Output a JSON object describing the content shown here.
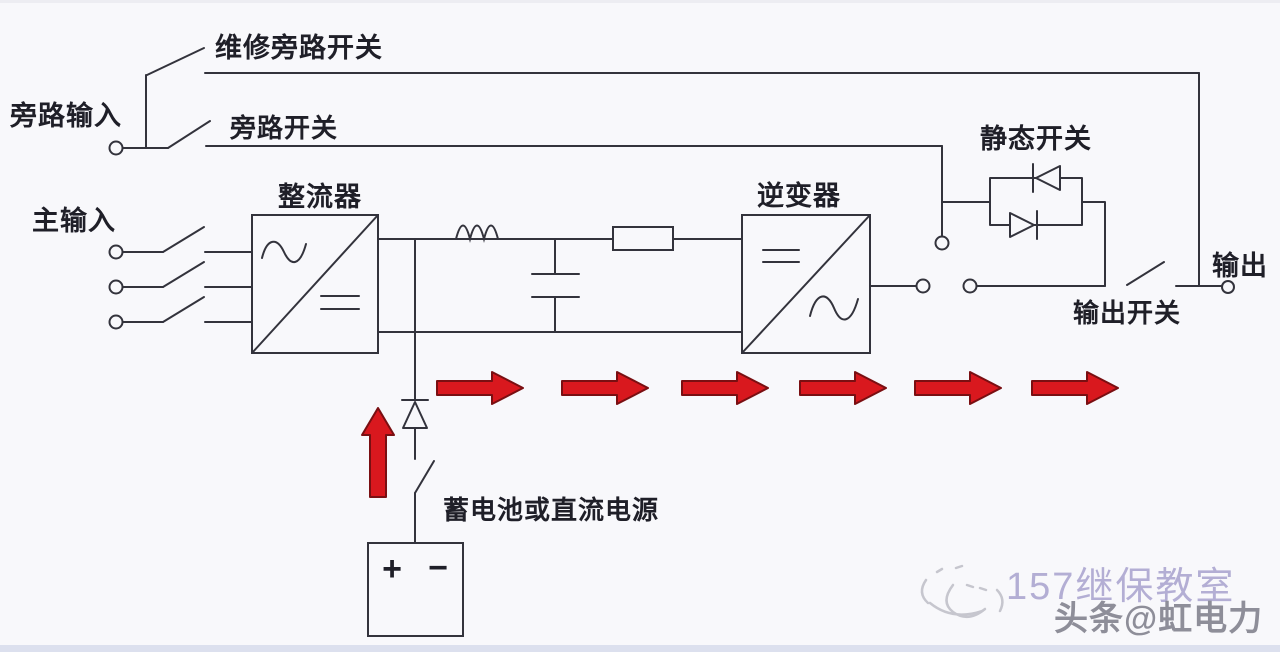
{
  "diagram": {
    "labels": {
      "maintenance_bypass_switch": "维修旁路开关",
      "bypass_input": "旁路输入",
      "bypass_switch": "旁路开关",
      "main_input": "主输入",
      "rectifier": "整流器",
      "inverter": "逆变器",
      "static_switch": "静态开关",
      "output_switch": "输出开关",
      "output": "输出",
      "battery": "蓄电池或直流电源"
    },
    "battery_terminals": {
      "plus": "+",
      "minus": "−"
    },
    "power_flow": {
      "horizontal_arrow_count": 6,
      "horizontal_direction": "right",
      "up_arrow_count": 1,
      "up_direction": "up"
    },
    "watermark": {
      "brand": "157继保教室",
      "credit": "头条@虹电力"
    },
    "colors": {
      "background": "#f8f8fb",
      "line": "#33333c",
      "text": "#1f1f28",
      "arrow_fill": "#d9181e",
      "arrow_stroke": "#7a0f12",
      "watermark_brand": "#b3aed4",
      "watermark_credit": "#8e8e99",
      "watermark_logo": "#c6c6ce",
      "bottom_strip": "#dce0ee",
      "top_strip": "#ededf2"
    }
  }
}
